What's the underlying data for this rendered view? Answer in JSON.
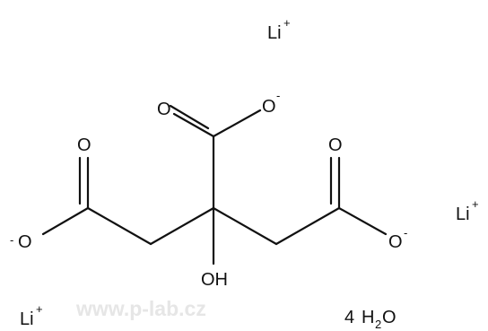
{
  "molecule": {
    "atoms": {
      "o_top_double": "O",
      "o_top_single": "O",
      "o_top_single_charge": "-",
      "o_left_double": "O",
      "o_left_single": "O",
      "o_left_single_charge": "-",
      "o_right_double": "O",
      "o_right_single": "O",
      "o_right_single_charge": "-",
      "hydroxyl": "OH"
    }
  },
  "counter_ions": {
    "ion_1": {
      "symbol": "Li",
      "charge": "+"
    },
    "ion_2": {
      "symbol": "Li",
      "charge": "+"
    },
    "ion_3": {
      "symbol": "Li",
      "charge": "+"
    }
  },
  "hydrate": {
    "coefficient": "4",
    "formula_main": "H",
    "formula_sub": "2",
    "formula_end": "O"
  },
  "watermark": "www.p-lab.cz",
  "colors": {
    "ink": "#111111",
    "watermark": "#e6e6e6",
    "background": "#ffffff"
  }
}
